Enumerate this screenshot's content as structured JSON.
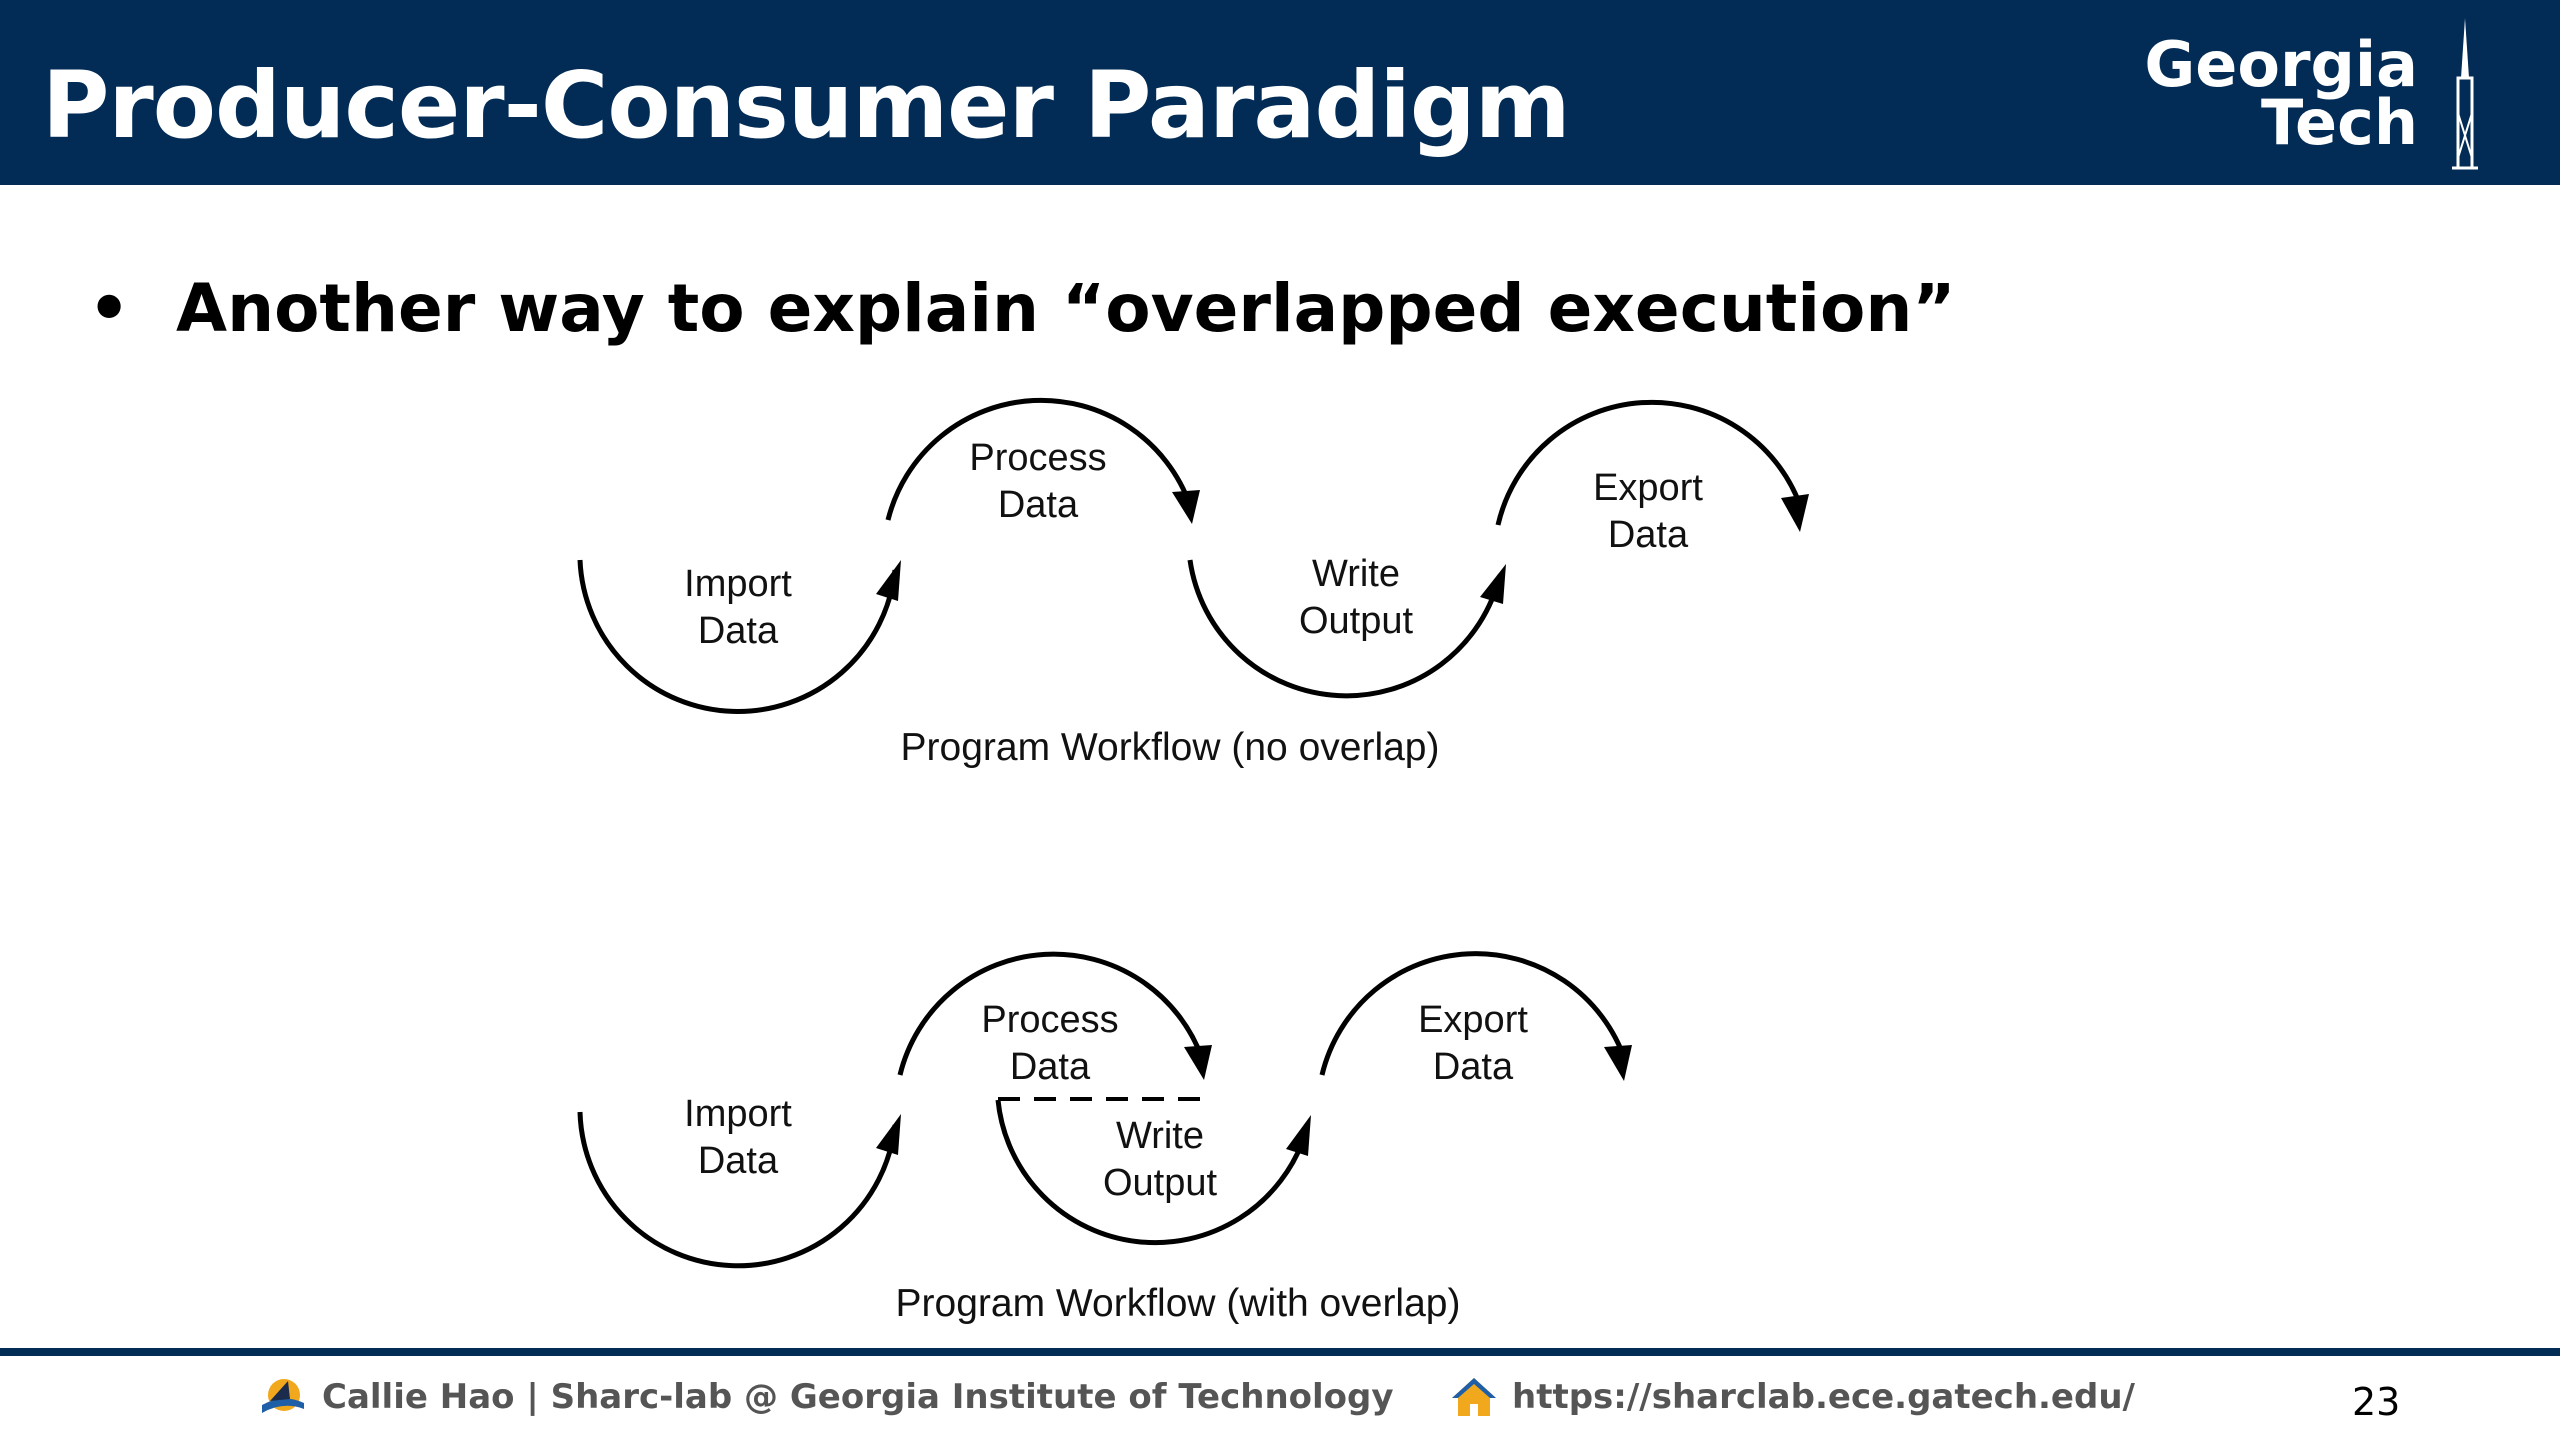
{
  "slide": {
    "title": "Producer-Consumer Paradigm",
    "logo_line1": "Georgia",
    "logo_line2": "Tech",
    "bullet": "Another way to explain “overlapped execution”",
    "page_number": "23"
  },
  "diagram_top": {
    "import": [
      "Import",
      "Data"
    ],
    "process": [
      "Process",
      "Data"
    ],
    "write": [
      "Write",
      "Output"
    ],
    "export": [
      "Export",
      "Data"
    ],
    "caption": "Program Workflow (no overlap)"
  },
  "diagram_bottom": {
    "import": [
      "Import",
      "Data"
    ],
    "process": [
      "Process",
      "Data"
    ],
    "write": [
      "Write",
      "Output"
    ],
    "export": [
      "Export",
      "Data"
    ],
    "caption": "Program Workflow (with overlap)"
  },
  "footer": {
    "author": "Callie Hao | Sharc-lab @ Georgia Institute of Technology",
    "url": "https://sharclab.ece.gatech.edu/"
  },
  "colors": {
    "header_bg": "#022b55",
    "logo_gold": "#b3a369"
  }
}
